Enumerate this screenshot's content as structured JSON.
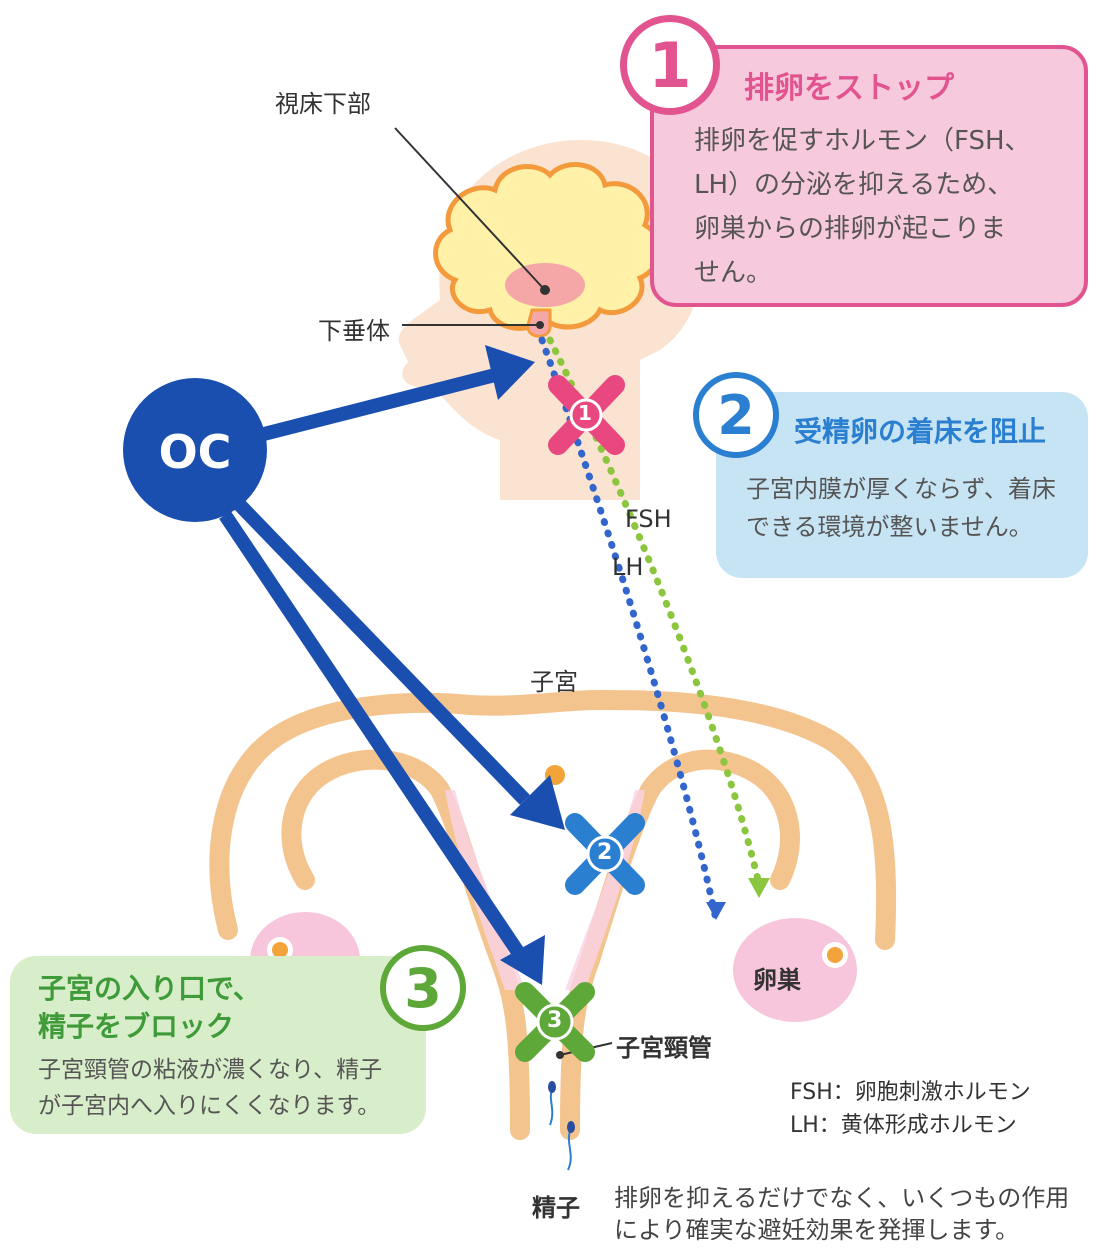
{
  "labels": {
    "hypothalamus": "視床下部",
    "pituitary": "下垂体",
    "oc": "OC",
    "fsh": "FSH",
    "lh": "LH",
    "uterus": "子宮",
    "ovary": "卵巣",
    "cervical_canal": "子宮頸管",
    "sperm": "精子"
  },
  "markers": {
    "m1": "1",
    "m2": "2",
    "m3": "3"
  },
  "box1": {
    "number": "1",
    "title": "排卵をストップ",
    "lines": [
      "排卵を促すホルモン（FSH、",
      "LH）の分泌を抑えるため、",
      "卵巣からの排卵が起こりま",
      "せん。"
    ],
    "color": "#e2548f",
    "bg": "#f7c9dc"
  },
  "box2": {
    "number": "2",
    "title": "受精卵の着床を阻止",
    "lines": [
      "子宮内膜が厚くならず、着床",
      "できる環境が整いません。"
    ],
    "color": "#2b7fd0",
    "bg": "#c7e4f5"
  },
  "box3": {
    "number": "3",
    "title_lines": [
      "子宮の入り口で、",
      "精子をブロック"
    ],
    "lines": [
      "子宮頸管の粘液が濃くなり、精子",
      "が子宮内へ入りにくくなります。"
    ],
    "color": "#3f9b3a",
    "bg": "#d8edc9"
  },
  "legend": {
    "fsh": "FSH：卵胞刺激ホルモン",
    "lh": "LH：黄体形成ホルモン"
  },
  "footer": [
    "排卵を抑えるだけでなく、いくつもの作用",
    "により確実な避妊効果を発揮します。"
  ],
  "colors": {
    "oc_blue": "#1a4fb0",
    "lh_dots": "#3366cc",
    "fsh_dots": "#8cc63f",
    "uterus": "#f4c48f",
    "head": "#fbe3d2",
    "brain": "#fff2a8",
    "brain_outline": "#f39a3c"
  }
}
